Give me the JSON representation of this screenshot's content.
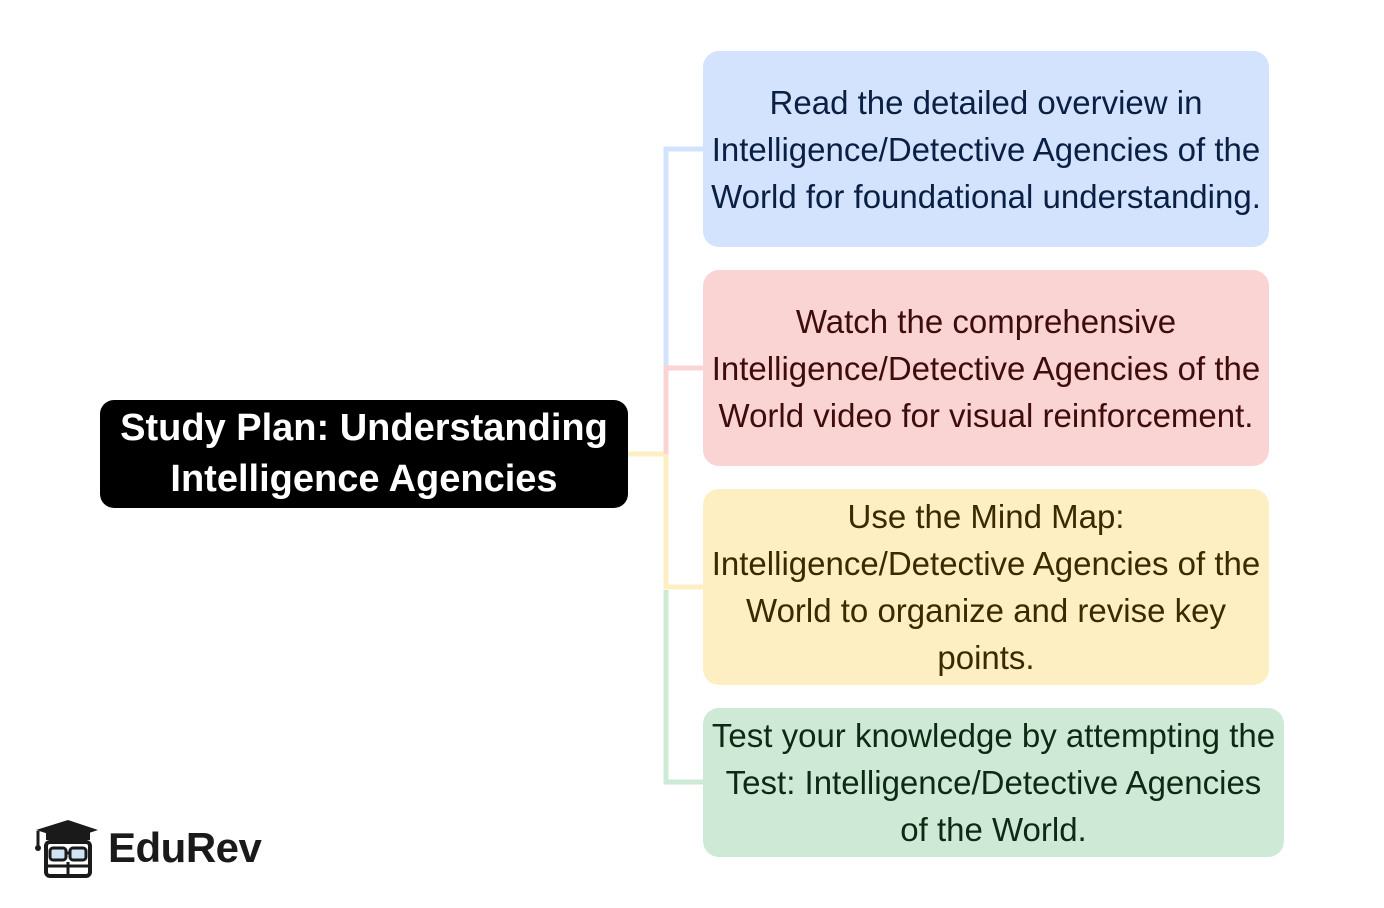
{
  "root": {
    "line1": "Study Plan: Understanding",
    "line2": "Intelligence Agencies"
  },
  "nodes": [
    {
      "text": "Read the detailed overview in Intelligence/Detective Agencies of the World for foundational understanding.",
      "color": "#d3e3fd",
      "connector_color": "#d3e3fd"
    },
    {
      "text": "Watch the comprehensive Intelligence/Detective Agencies of the World video for visual reinforcement.",
      "color": "#f9d4d2",
      "connector_color": "#f9d4d2"
    },
    {
      "text": "Use the Mind Map: Intelligence/Detective Agencies of the World to organize and revise key points.",
      "color": "#feefc3",
      "connector_color": "#feefc3"
    },
    {
      "text": "Test your knowledge by attempting the Test: Intelligence/Detective Agencies of the World.",
      "color": "#ceead6",
      "connector_color": "#ceead6"
    }
  ],
  "brand": {
    "name": "EduRev",
    "icon": "graduation-cap-student-icon"
  }
}
